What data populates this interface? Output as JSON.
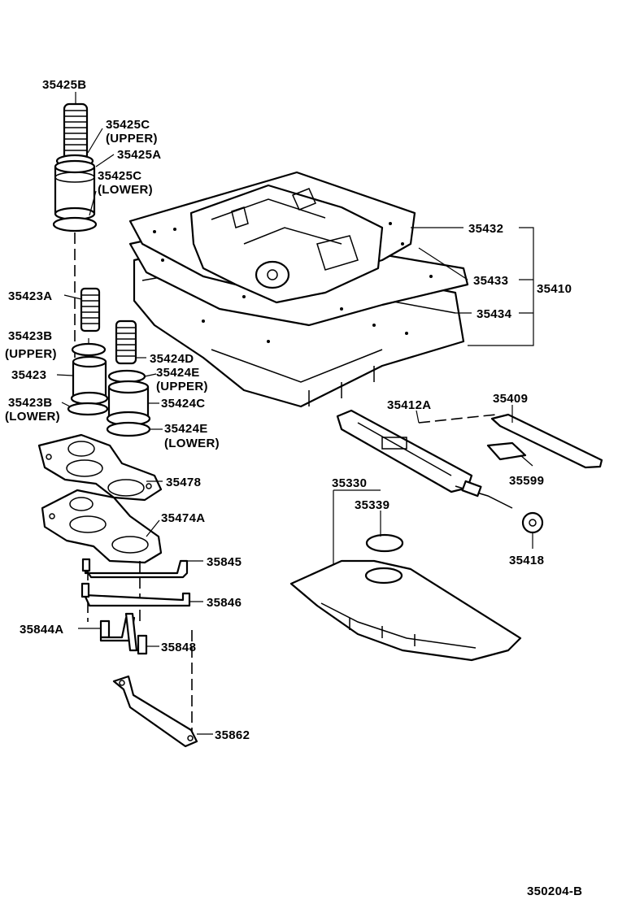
{
  "callouts": {
    "p35425B": "35425B",
    "p35425C_upper": "35425C",
    "p35425C_upper_q": "(UPPER)",
    "p35425A": "35425A",
    "p35425C_lower": "35425C",
    "p35425C_lower_q": "(LOWER)",
    "p35423A": "35423A",
    "p35423B_upper": "35423B",
    "p35423B_upper_q": "(UPPER)",
    "p35423": "35423",
    "p35423B_lower": "35423B",
    "p35423B_lower_q": "(LOWER)",
    "p35424D": "35424D",
    "p35424E_upper": "35424E",
    "p35424E_upper_q": "(UPPER)",
    "p35424C": "35424C",
    "p35424E_lower": "35424E",
    "p35424E_lower_q": "(LOWER)",
    "p35478": "35478",
    "p35474A": "35474A",
    "p35845": "35845",
    "p35846": "35846",
    "p35844A": "35844A",
    "p35848": "35848",
    "p35862": "35862",
    "p35432": "35432",
    "p35433": "35433",
    "p35410": "35410",
    "p35434": "35434",
    "p35412A": "35412A",
    "p35409": "35409",
    "p35599": "35599",
    "p35330": "35330",
    "p35339": "35339",
    "p35418": "35418"
  },
  "footer": {
    "diagram_code": "350204-B"
  }
}
